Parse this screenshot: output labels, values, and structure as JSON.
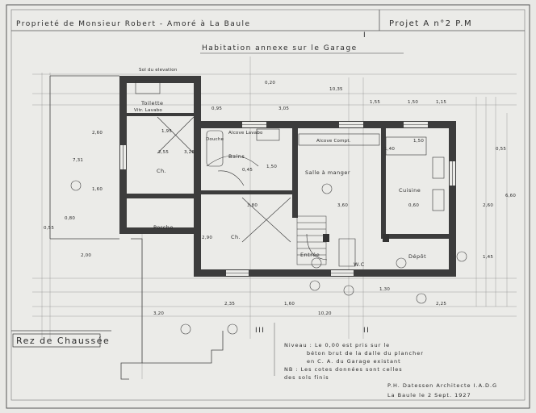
{
  "header": {
    "owner_line": "Proprieté de Monsieur Robert - Amoré à La Baule",
    "project_number": "Projet A n°2 P.M",
    "title": "Habitation annexe sur le Garage",
    "elevation_ref": "Sol du elevation"
  },
  "rooms": {
    "toilette": "Toilette",
    "bains": "Bains",
    "salle_a_manger": "Salle à manger",
    "cuisine": "Cuisine",
    "ch1": "Ch.",
    "ch2": "Ch.",
    "porche": "Porche",
    "entree": "Entrée",
    "depot": "Dépôt",
    "wc": "W.C",
    "douche": "Douche",
    "toilette_sub": "Vitr. Lavabo",
    "bains_sub": "Alcove Lavabo",
    "sam_sub": "Alcove Compt."
  },
  "dimensions": {
    "total_width": "10,35",
    "d1": "1,55",
    "d2": "1,50",
    "d3": "1,15",
    "d4": "3,05",
    "d5": "0,95",
    "d6": "3,20",
    "d7": "2,35",
    "d8": "1,60",
    "d9": "1,30",
    "d10": "2,25",
    "d11": "10,20",
    "d12": "3,80",
    "d13": "3,60",
    "d14": "0,60",
    "d15": "2,90",
    "d16": "0,80",
    "d17": "0,55",
    "d18": "6,60",
    "d19": "7,31",
    "d20": "2,60",
    "d21": "1,60",
    "d22": "0,55",
    "d23": "1,45",
    "d24": "2,60",
    "d25": "1,50",
    "d26": "2,55",
    "d27": "3,28",
    "d28": "0,45",
    "d29": "2,00",
    "d30": "0,20",
    "d31": "1,50",
    "d32": "1,40",
    "d33": "1,95"
  },
  "level_label": "Rez de Chaussée",
  "note": {
    "line1": "Niveau : Le 0,00 est pris sur le",
    "line2": "béton brut de la dalle du plancher",
    "line3": "en C. A. du Garage existant",
    "line4": "NB : Les cotes données sont celles",
    "line5": "des sols finis"
  },
  "signature": {
    "line1": "P.H. Datessen Architecte  I.A.D.G",
    "line2": "La Baule le 2 Sept. 1927"
  },
  "section_marks": {
    "top": "I",
    "bottom": "II",
    "mid": "III"
  }
}
